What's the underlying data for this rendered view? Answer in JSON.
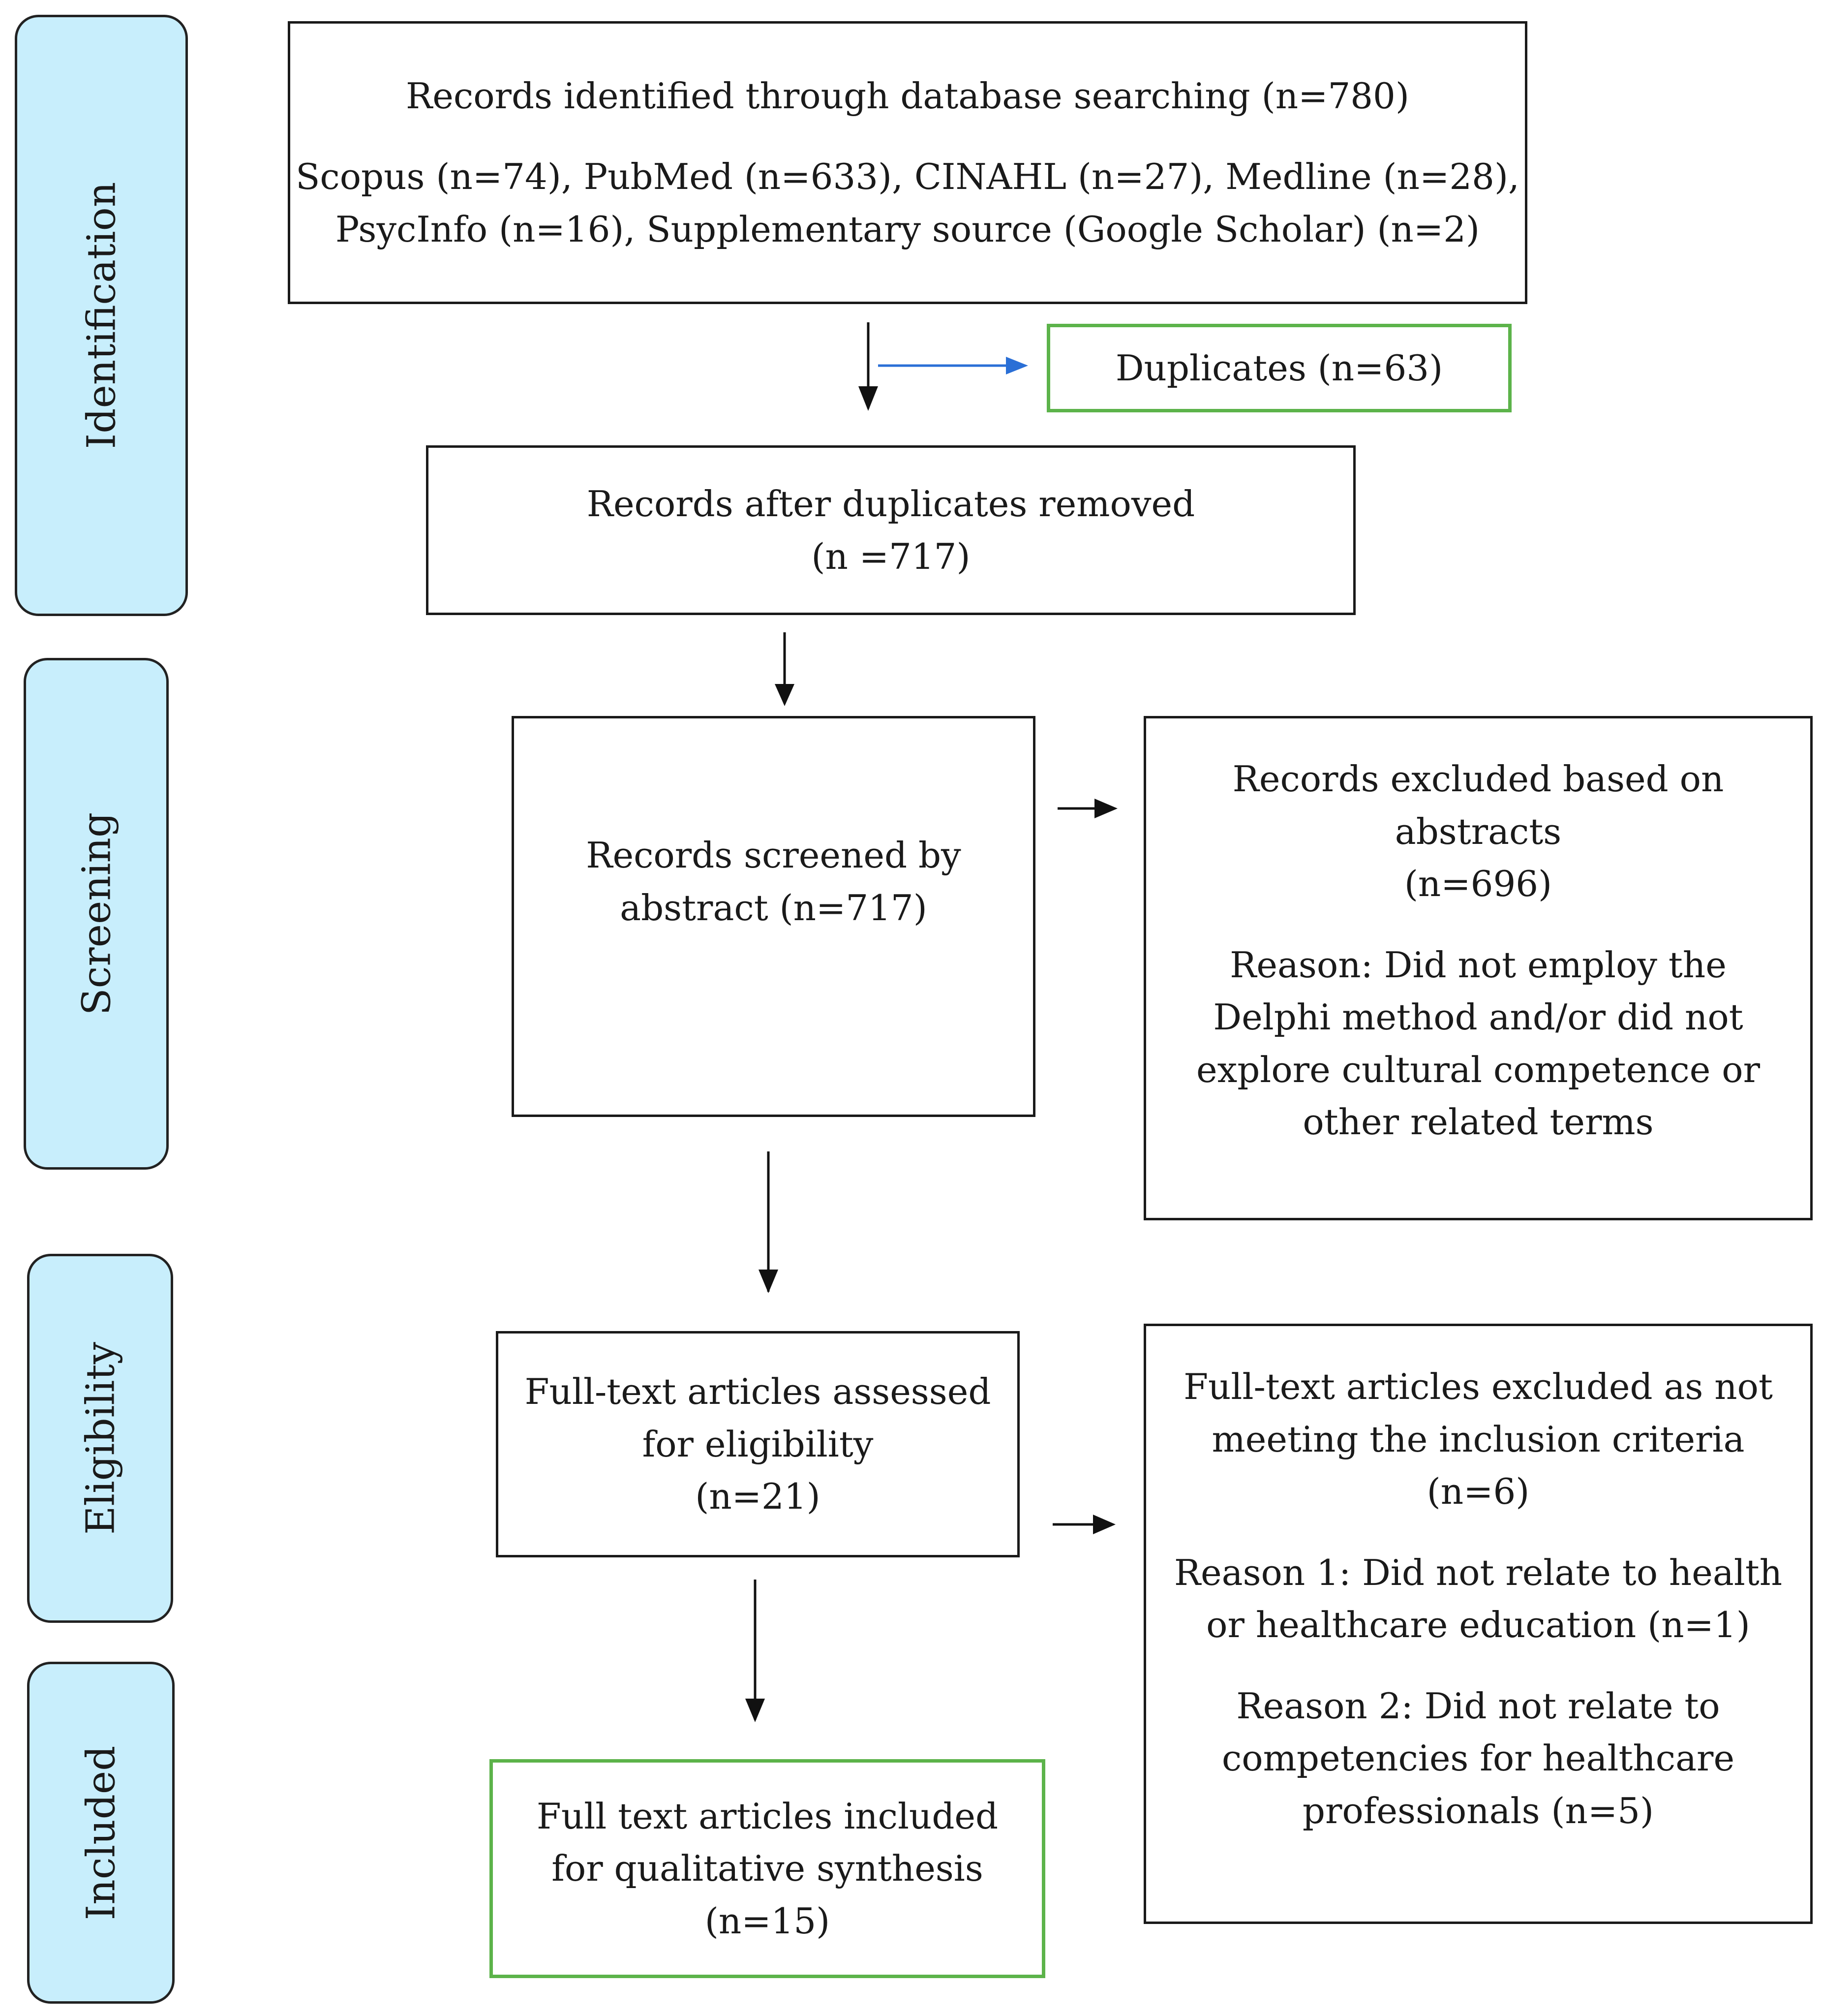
{
  "stages": {
    "identification": "Identification",
    "screening": "Screening",
    "eligibility": "Eligibility",
    "included": "Included"
  },
  "boxes": {
    "identified": {
      "title": "Records identified through database searching (n=780)",
      "sources_line1": "Scopus (n=74), PubMed (n=633), CINAHL (n=27), Medline (n=28),",
      "sources_line2": "PsycInfo (n=16), Supplementary source (Google Scholar) (n=2)"
    },
    "duplicates": {
      "text": "Duplicates (n=63)"
    },
    "after_duplicates": {
      "line1": "Records after duplicates removed",
      "line2": "(n =717)"
    },
    "screened": {
      "line1": "Records screened by",
      "line2": "abstract (n=717)"
    },
    "excluded_abstracts": {
      "line1": "Records excluded based on",
      "line2": "abstracts",
      "line3": "(n=696)",
      "reason1": "Reason: Did not employ the",
      "reason2": "Delphi method and/or did not",
      "reason3": "explore cultural competence or",
      "reason4": "other related terms"
    },
    "full_text_assessed": {
      "line1": "Full-text articles assessed",
      "line2": "for eligibility",
      "line3": "(n=21)"
    },
    "full_text_excluded": {
      "line1": "Full-text articles excluded as not",
      "line2": "meeting the inclusion criteria",
      "line3": "(n=6)",
      "reason1_line1": "Reason 1: Did not relate to health",
      "reason1_line2": "or healthcare education (n=1)",
      "reason2_line1": "Reason 2: Did not relate to",
      "reason2_line2": "competencies for healthcare",
      "reason2_line3": "professionals (n=5)"
    },
    "included": {
      "line1": "Full text articles included",
      "line2": "for qualitative synthesis",
      "line3": "(n=15)"
    }
  },
  "colors": {
    "stage_fill": "#c8eefc",
    "highlight_border": "#5cb34a",
    "duplicate_arrow": "#2a6fd6"
  }
}
